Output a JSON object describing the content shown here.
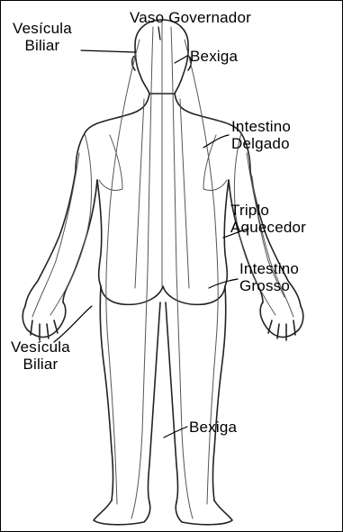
{
  "diagram": {
    "labels": {
      "vesicula_top": "Vesícula\nBiliar",
      "vaso_governador": "Vaso Governador",
      "bexiga_top": "Bexiga",
      "intestino_delgado": "Intestino\nDelgado",
      "triplo_aquecedor": "Triplo\n  Aquecedor",
      "intestino_grosso": "Intestino\nGrosso",
      "vesicula_bottom": "Vesícula\nBiliar",
      "bexiga_bottom": "Bexiga"
    }
  }
}
